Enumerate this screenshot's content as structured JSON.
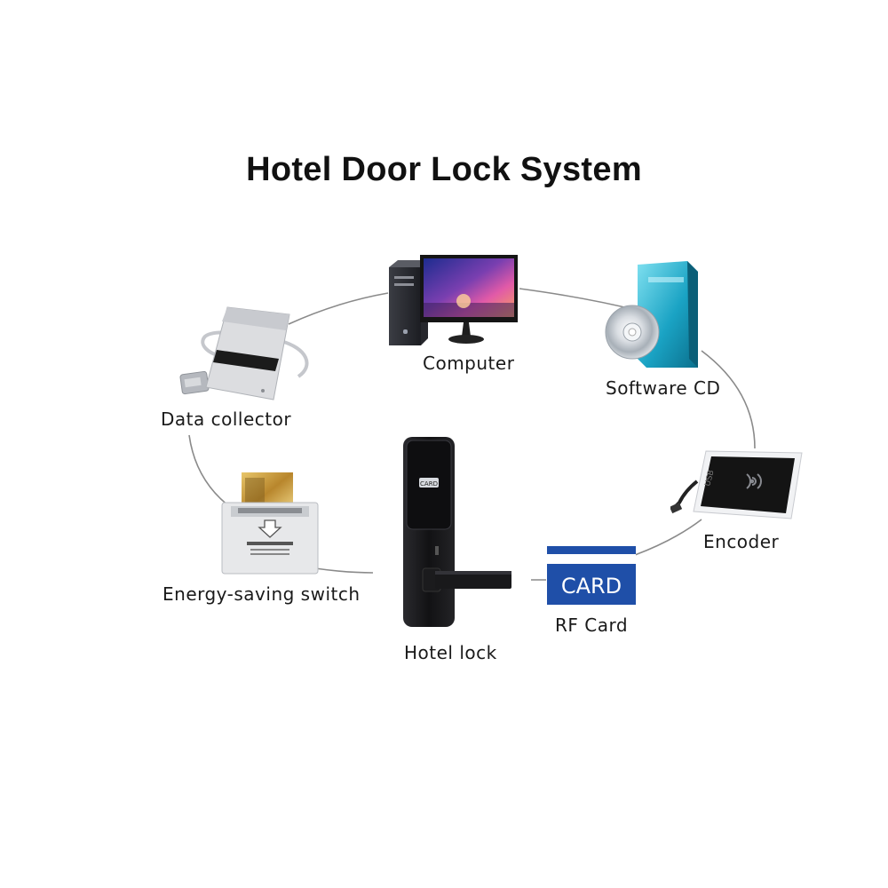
{
  "title": "Hotel Door Lock System",
  "nodes": {
    "computer": {
      "label": "Computer",
      "icon": "computer-icon"
    },
    "software_cd": {
      "label": "Software CD",
      "icon": "software-cd-icon"
    },
    "encoder": {
      "label": "Encoder",
      "icon": "encoder-icon"
    },
    "rf_card": {
      "label": "RF Card",
      "icon": "rf-card-icon",
      "card_text": "CARD"
    },
    "hotel_lock": {
      "label": "Hotel lock",
      "icon": "hotel-lock-icon",
      "badge_text": "CARD"
    },
    "energy_switch": {
      "label": "Energy-saving switch",
      "icon": "energy-saving-switch-icon"
    },
    "data_collector": {
      "label": "Data collector",
      "icon": "data-collector-icon"
    }
  },
  "colors": {
    "title": "#111111",
    "connector": "#8a8a8a",
    "card_blue": "#1f4fa8",
    "cd_teal": "#1aa3c4",
    "lock_black": "#1b1b1d"
  }
}
